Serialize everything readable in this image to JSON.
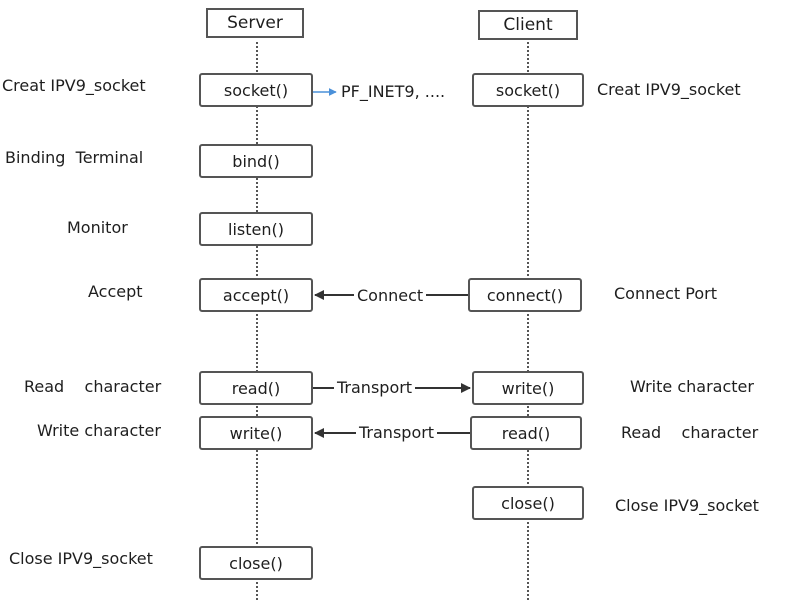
{
  "server": {
    "title": "Server",
    "steps": {
      "socket": "socket()",
      "bind": "bind()",
      "listen": "listen()",
      "accept": "accept()",
      "read": "read()",
      "write": "write()",
      "close": "close()"
    },
    "labels": {
      "socket": "Creat IPV9_socket",
      "bind": "Binding  Terminal",
      "listen": "Monitor",
      "accept": "Accept",
      "read": "Read    character",
      "write": "Write character",
      "close": "Close IPV9_socket"
    }
  },
  "client": {
    "title": "Client",
    "steps": {
      "socket": "socket()",
      "connect": "connect()",
      "write": "write()",
      "read": "read()",
      "close": "close()"
    },
    "labels": {
      "socket": "Creat IPV9_socket",
      "connect": "Connect Port",
      "write": "Write character",
      "read": "Read    character",
      "close": "Close IPV9_socket"
    }
  },
  "messages": {
    "family": "PF_INET9, ....",
    "connect": "Connect",
    "transport_to_client": "Transport",
    "transport_to_server": "Transport"
  },
  "colors": {
    "line": "#555555",
    "arrow_dark": "#333333",
    "arrow_blue": "#4a90d9"
  }
}
